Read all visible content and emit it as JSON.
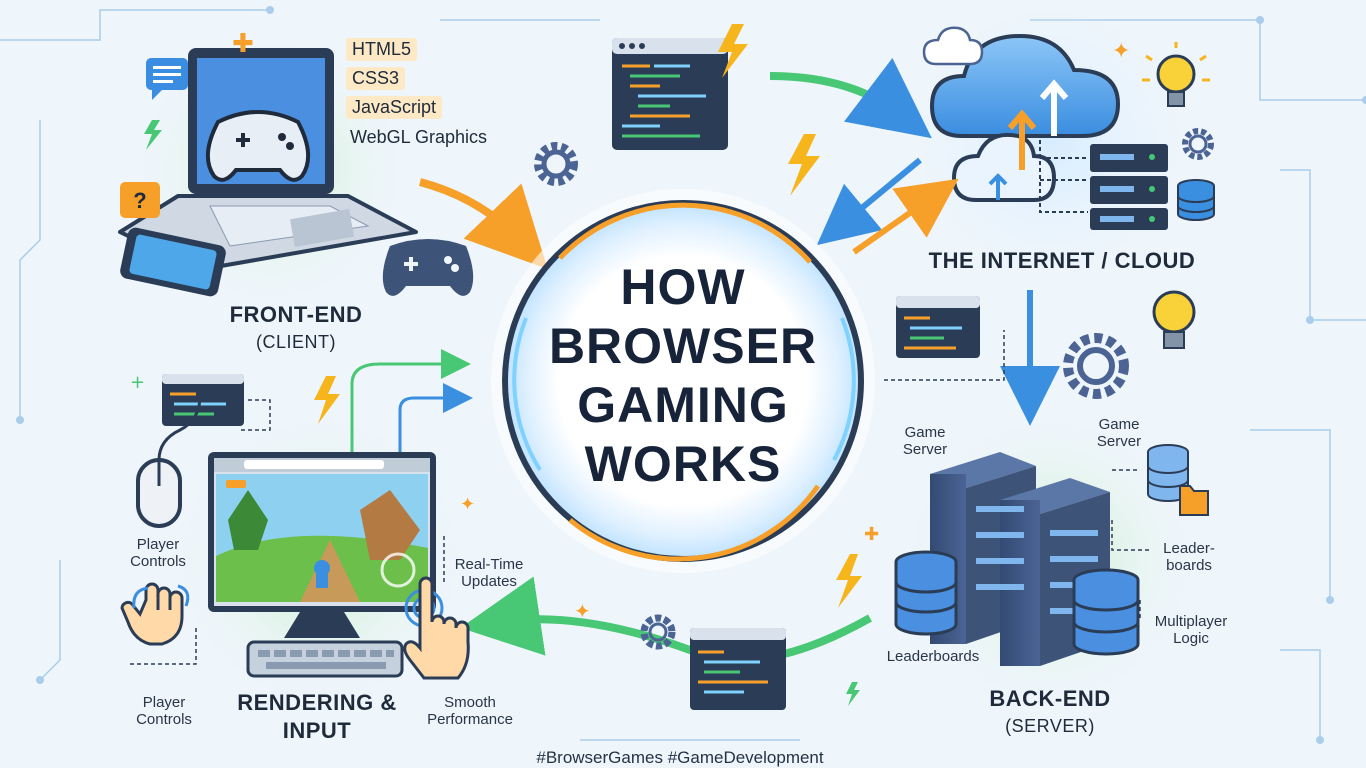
{
  "title": {
    "lines": [
      "HOW",
      "BROWSER",
      "GAMING",
      "WORKS"
    ]
  },
  "front_end": {
    "title": "FRONT-END",
    "subtitle": "(CLIENT)",
    "tech": [
      "HTML5",
      "CSS3",
      "JavaScript",
      "WebGL Graphics"
    ]
  },
  "cloud": {
    "title": "THE INTERNET / CLOUD"
  },
  "back_end": {
    "title": "BACK-END",
    "subtitle": "(SERVER)",
    "labels": {
      "game_server_left": "Game\nServer",
      "game_server_right": "Game\nServer",
      "leaderboards_right": "Leader-\nboards",
      "multiplayer": "Multiplayer\nLogic",
      "leaderboards_bottom": "Leaderboards"
    }
  },
  "rendering": {
    "title": "RENDERING &",
    "subtitle": "INPUT",
    "labels": {
      "player_controls_top": "Player\nControls",
      "player_controls_bottom": "Player\nControls",
      "real_time": "Real-Time\nUpdates",
      "smooth": "Smooth\nPerformance"
    }
  },
  "footer": {
    "hashtags": "#BrowserGames #GameDevelopment"
  },
  "colors": {
    "navy": "#1f2b3b",
    "orange": "#f6a02a",
    "green": "#48c774",
    "blue": "#3b8fe0",
    "bolt": "#f6b51a",
    "glow_green": "#d3f2d7",
    "background": "#eef5fb"
  },
  "icons": [
    "gamepad-icon",
    "laptop-icon",
    "phone-icon",
    "chat-icon",
    "question-icon",
    "code-window-icon",
    "cloud-icon",
    "server-icon",
    "database-icon",
    "gear-icon",
    "lightbulb-icon",
    "lightning-icon",
    "monitor-icon",
    "mouse-icon",
    "hand-pointer-icon",
    "folder-icon",
    "arrow-icon"
  ]
}
